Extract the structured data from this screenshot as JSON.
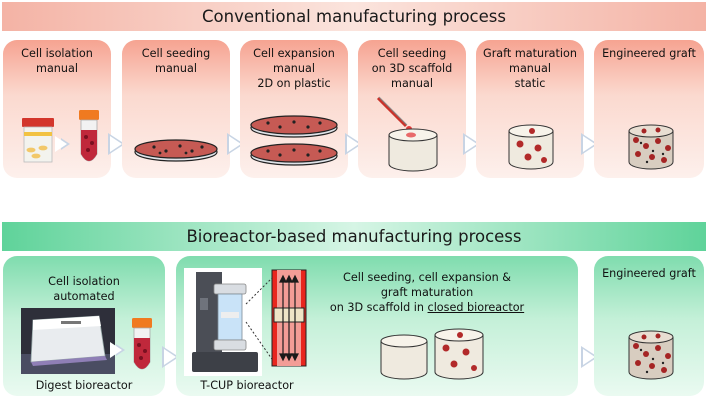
{
  "conventional": {
    "title": "Conventional manufacturing process",
    "steps": [
      {
        "line1": "Cell isolation",
        "line2": "manual",
        "line3": ""
      },
      {
        "line1": "Cell seeding",
        "line2": "manual",
        "line3": ""
      },
      {
        "line1": "Cell expansion",
        "line2": "manual",
        "line3": "2D on plastic"
      },
      {
        "line1": "Cell seeding",
        "line2": "on 3D scaffold",
        "line3": "manual"
      },
      {
        "line1": "Graft maturation",
        "line2": "manual",
        "line3": "static"
      },
      {
        "line1": "Engineered graft",
        "line2": "",
        "line3": ""
      }
    ]
  },
  "bioreactor": {
    "title": "Bioreactor-based manufacturing process",
    "isolation": {
      "line1": "Cell isolation",
      "line2": "automated",
      "caption": "Digest bioreactor"
    },
    "middle": {
      "line1": "Cell seeding, cell expansion &",
      "line2": "graft maturation",
      "line3_prefix": "on 3D scaffold in ",
      "line3_underlined": "closed bioreactor",
      "caption": "T-CUP bioreactor"
    },
    "final": {
      "line1": "Engineered graft"
    }
  },
  "colors": {
    "red_box": "#f6a391",
    "green_box": "#7fdcae",
    "arrow": "#c8d4e4",
    "cell": "#b22a2a"
  }
}
